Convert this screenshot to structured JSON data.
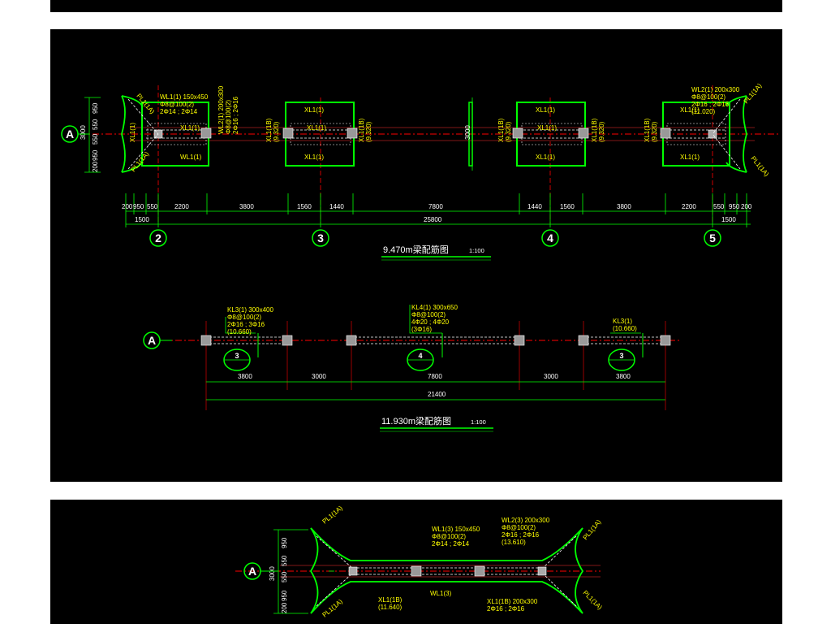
{
  "plan1": {
    "title": "9.470m梁配筋图",
    "scale": "1:100",
    "grid_labels": [
      "A",
      "2",
      "3",
      "4",
      "5"
    ],
    "dims_top": [
      "200",
      "950",
      "550",
      "2200",
      "3800",
      "1560",
      "1440",
      "7800",
      "1440",
      "1560",
      "3800",
      "2200",
      "550",
      "950",
      "200"
    ],
    "dims_total": [
      "1500",
      "25800",
      "1500"
    ],
    "vert_dims": [
      "3000",
      "950",
      "550",
      "550",
      "950",
      "200"
    ],
    "notes": [
      "WL1(1) 150x450",
      "Φ8@100(2)",
      "2Φ14 ; 2Φ14",
      "WL2(1) 200x300",
      "Φ8@100(2)",
      "2Φ16 ; 2Φ16",
      "(11.020)",
      "PL1(1A)",
      "XL1(1)",
      "XL1(1B)",
      "(9.320)",
      "WL1(1)"
    ]
  },
  "plan2": {
    "title": "11.930m梁配筋图",
    "scale": "1:100",
    "grid_label": "A",
    "dims": [
      "3800",
      "3000",
      "7800",
      "3000",
      "3800"
    ],
    "dims_total": "21400",
    "section_labels": [
      "3",
      "4",
      "3"
    ],
    "notes": [
      "KL3(1) 300x400",
      "Φ8@100(2)",
      "2Φ16 ; 3Φ16",
      "(10.660)",
      "KL4(1) 300x650",
      "Φ8@100(2)",
      "4Φ20 ; 4Φ20",
      "(3Φ16)",
      "KL3(1)",
      "(10.660)"
    ]
  },
  "plan3": {
    "grid_label": "A",
    "vert_dims": [
      "3000",
      "950",
      "550",
      "550",
      "950",
      "200"
    ],
    "notes": [
      "WL1(3) 150x450",
      "Φ8@100(2)",
      "2Φ14 ; 2Φ14",
      "WL2(3) 200x300",
      "Φ8@100(2)",
      "2Φ16 ; 2Φ16",
      "(13.610)",
      "PL1(1A)",
      "XL1(1B)",
      "(11.640)",
      "WL1(3)",
      "XL1(1B) 200x300",
      "2Φ16 ; 2Φ16"
    ]
  },
  "colors": {
    "background": "#000000",
    "text": "#ffff00",
    "lines": "#00ff00",
    "axis": "#ff0000",
    "labels": "#ffffff"
  }
}
